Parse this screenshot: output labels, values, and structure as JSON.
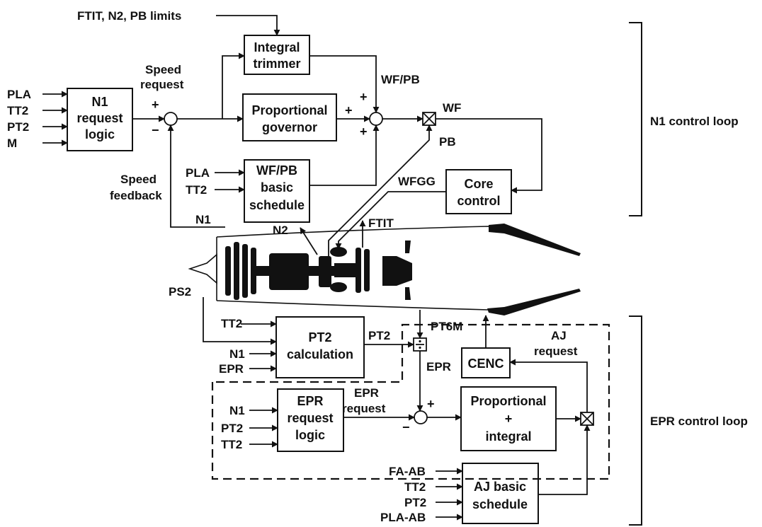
{
  "blocks": {
    "n1_request_logic": [
      "N1",
      "request",
      "logic"
    ],
    "integral_trimmer": [
      "Integral",
      "trimmer"
    ],
    "proportional_governor": [
      "Proportional",
      "governor"
    ],
    "wfpb_basic_schedule": [
      "WF/PB",
      "basic",
      "schedule"
    ],
    "core_control": [
      "Core",
      "control"
    ],
    "pt2_calculation": [
      "PT2",
      "calculation"
    ],
    "cenc": [
      "CENC"
    ],
    "epr_request_logic": [
      "EPR",
      "request",
      "logic"
    ],
    "proportional_integral": [
      "Proportional",
      "+",
      "integral"
    ],
    "aj_basic_schedule": [
      "AJ basic",
      "schedule"
    ]
  },
  "labels": {
    "limits": "FTIT, N2, PB limits",
    "n1_inputs": [
      "PLA",
      "TT2",
      "PT2",
      "M"
    ],
    "speed_request": [
      "Speed",
      "request"
    ],
    "speed_feedback": [
      "Speed",
      "feedback"
    ],
    "plus": "+",
    "minus": "−",
    "wfpb": "WF/PB",
    "wf": "WF",
    "pb": "PB",
    "schedule_inputs": [
      "PLA",
      "TT2"
    ],
    "wfgg": "WFGG",
    "n1": "N1",
    "n2": "N2",
    "ftit": "FTIT",
    "ps2": "PS2",
    "calc_inputs": [
      "TT2",
      "N1",
      "EPR"
    ],
    "pt2": "PT2",
    "pt6m": "PT6M",
    "epr": "EPR",
    "aj_request": [
      "AJ",
      "request"
    ],
    "epr_request": [
      "EPR",
      "request"
    ],
    "epr_logic_inputs": [
      "N1",
      "PT2",
      "TT2"
    ],
    "aj_inputs": [
      "FA-AB",
      "TT2",
      "PT2",
      "PLA-AB"
    ],
    "n1_loop": "N1 control loop",
    "epr_loop": "EPR control loop"
  }
}
